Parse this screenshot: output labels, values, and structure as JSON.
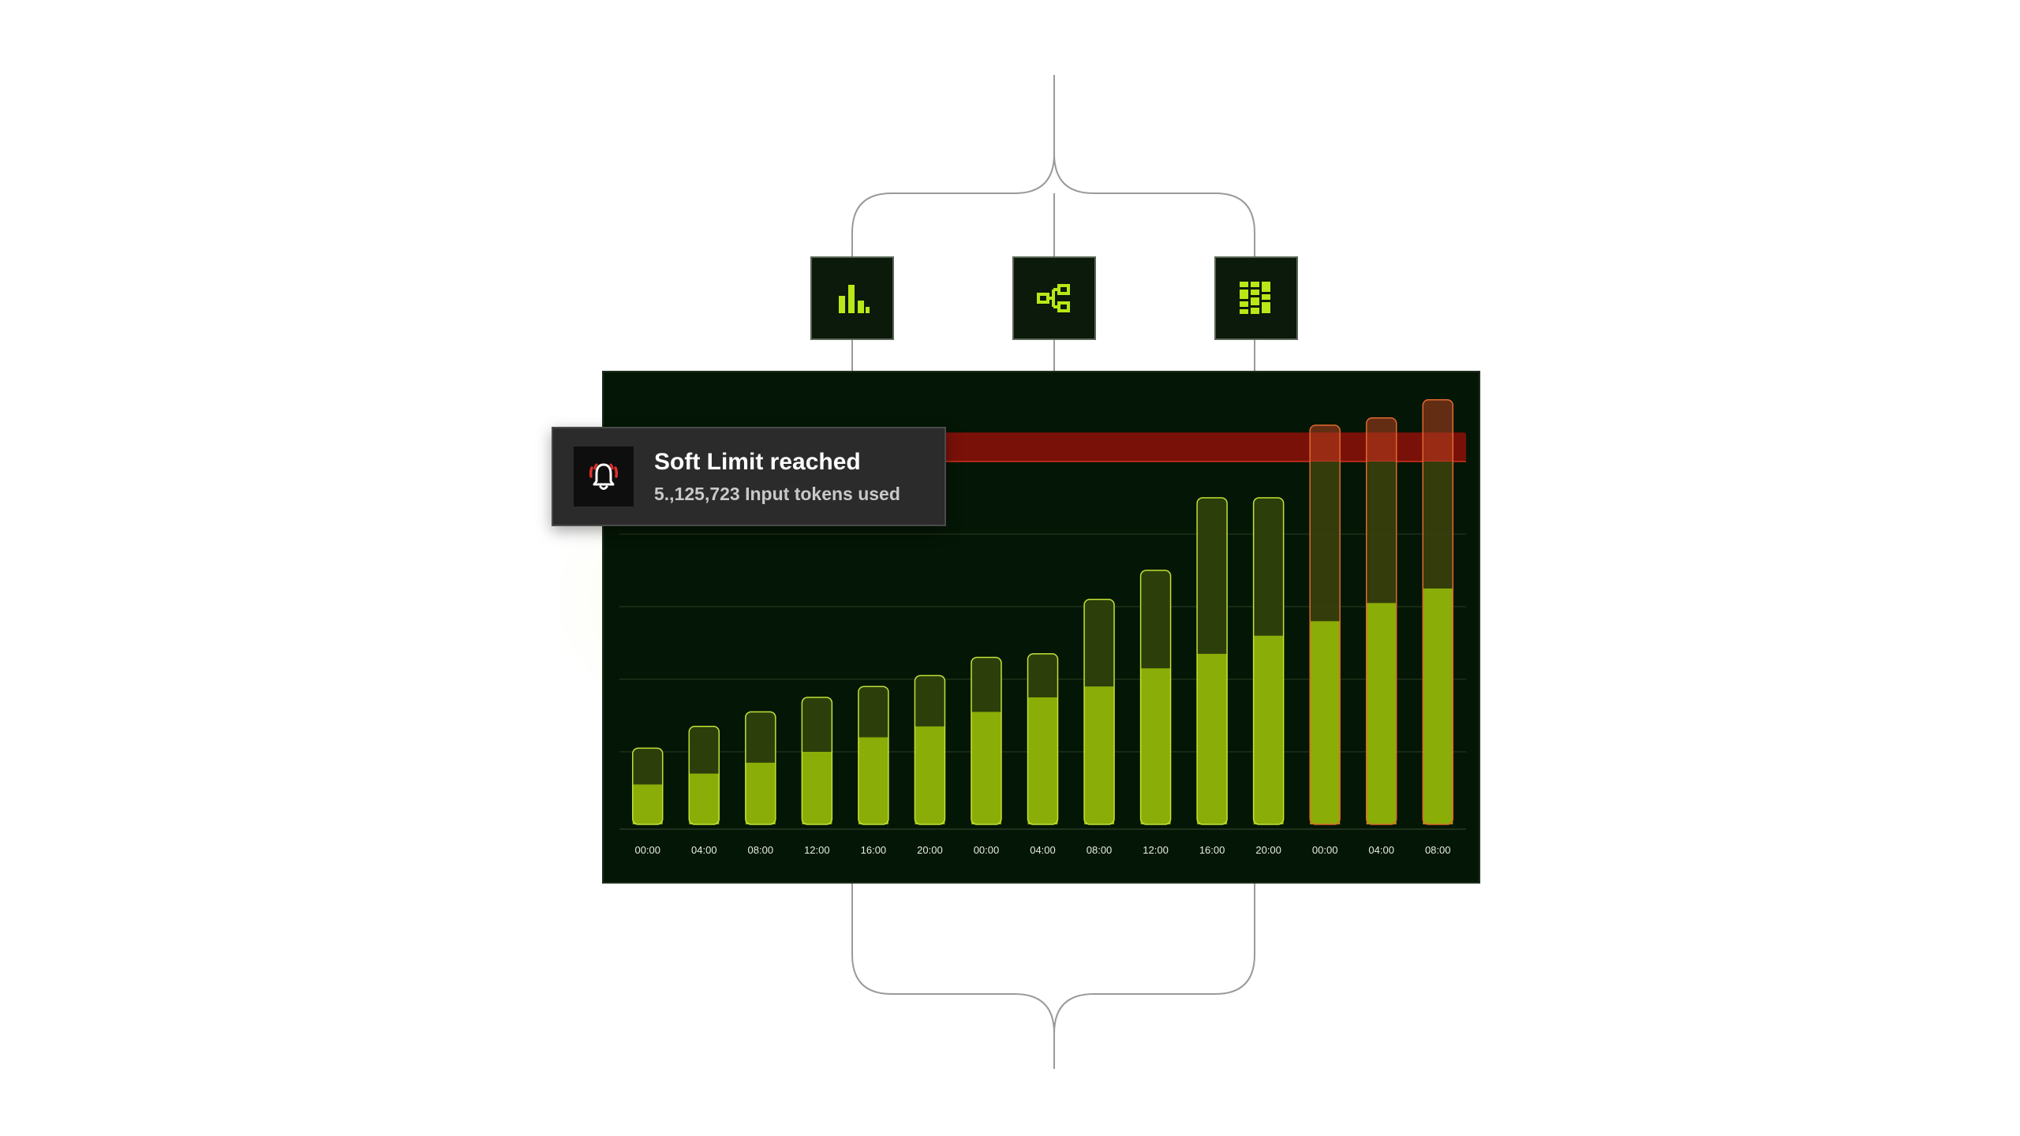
{
  "toolbar": {
    "icons": [
      {
        "name": "bar-chart-icon",
        "color": "#b8e817"
      },
      {
        "name": "flow-diagram-icon",
        "color": "#b8e817"
      },
      {
        "name": "grid-blocks-icon",
        "color": "#b8e817"
      }
    ]
  },
  "alert": {
    "title": "Soft Limit reached",
    "subtitle": "5.,125,723 Input tokens used",
    "icon": "bell-alert-icon",
    "icon_color": "#ffffff",
    "accent_color": "#e0302a"
  },
  "colors": {
    "panel_bg": "#041605",
    "bar_fill": "#8bad07",
    "bar_total_fill": "#2c3f0a",
    "bar_stroke": "#c2e237",
    "over_limit_fill": "#b2421f",
    "over_limit_stroke": "#e0682f",
    "limit_band": "#7a1109"
  },
  "chart_data": {
    "type": "bar",
    "stacked": true,
    "categories": [
      "00:00",
      "04:00",
      "08:00",
      "12:00",
      "16:00",
      "20:00",
      "00:00",
      "04:00",
      "08:00",
      "12:00",
      "16:00",
      "20:00",
      "00:00",
      "04:00",
      "08:00"
    ],
    "series": [
      {
        "values": [
          11,
          14,
          17,
          20,
          24,
          27,
          31,
          35,
          38,
          43,
          47,
          52,
          56,
          61,
          65
        ]
      },
      {
        "values": [
          10,
          13,
          14,
          15,
          14,
          14,
          15,
          12,
          24,
          27,
          43,
          38,
          54,
          51,
          52
        ]
      }
    ],
    "soft_limit": [
      100,
      108
    ],
    "ylim": [
      0,
      112
    ],
    "grid": true,
    "grid_lines": [
      20,
      40,
      60,
      80
    ]
  }
}
